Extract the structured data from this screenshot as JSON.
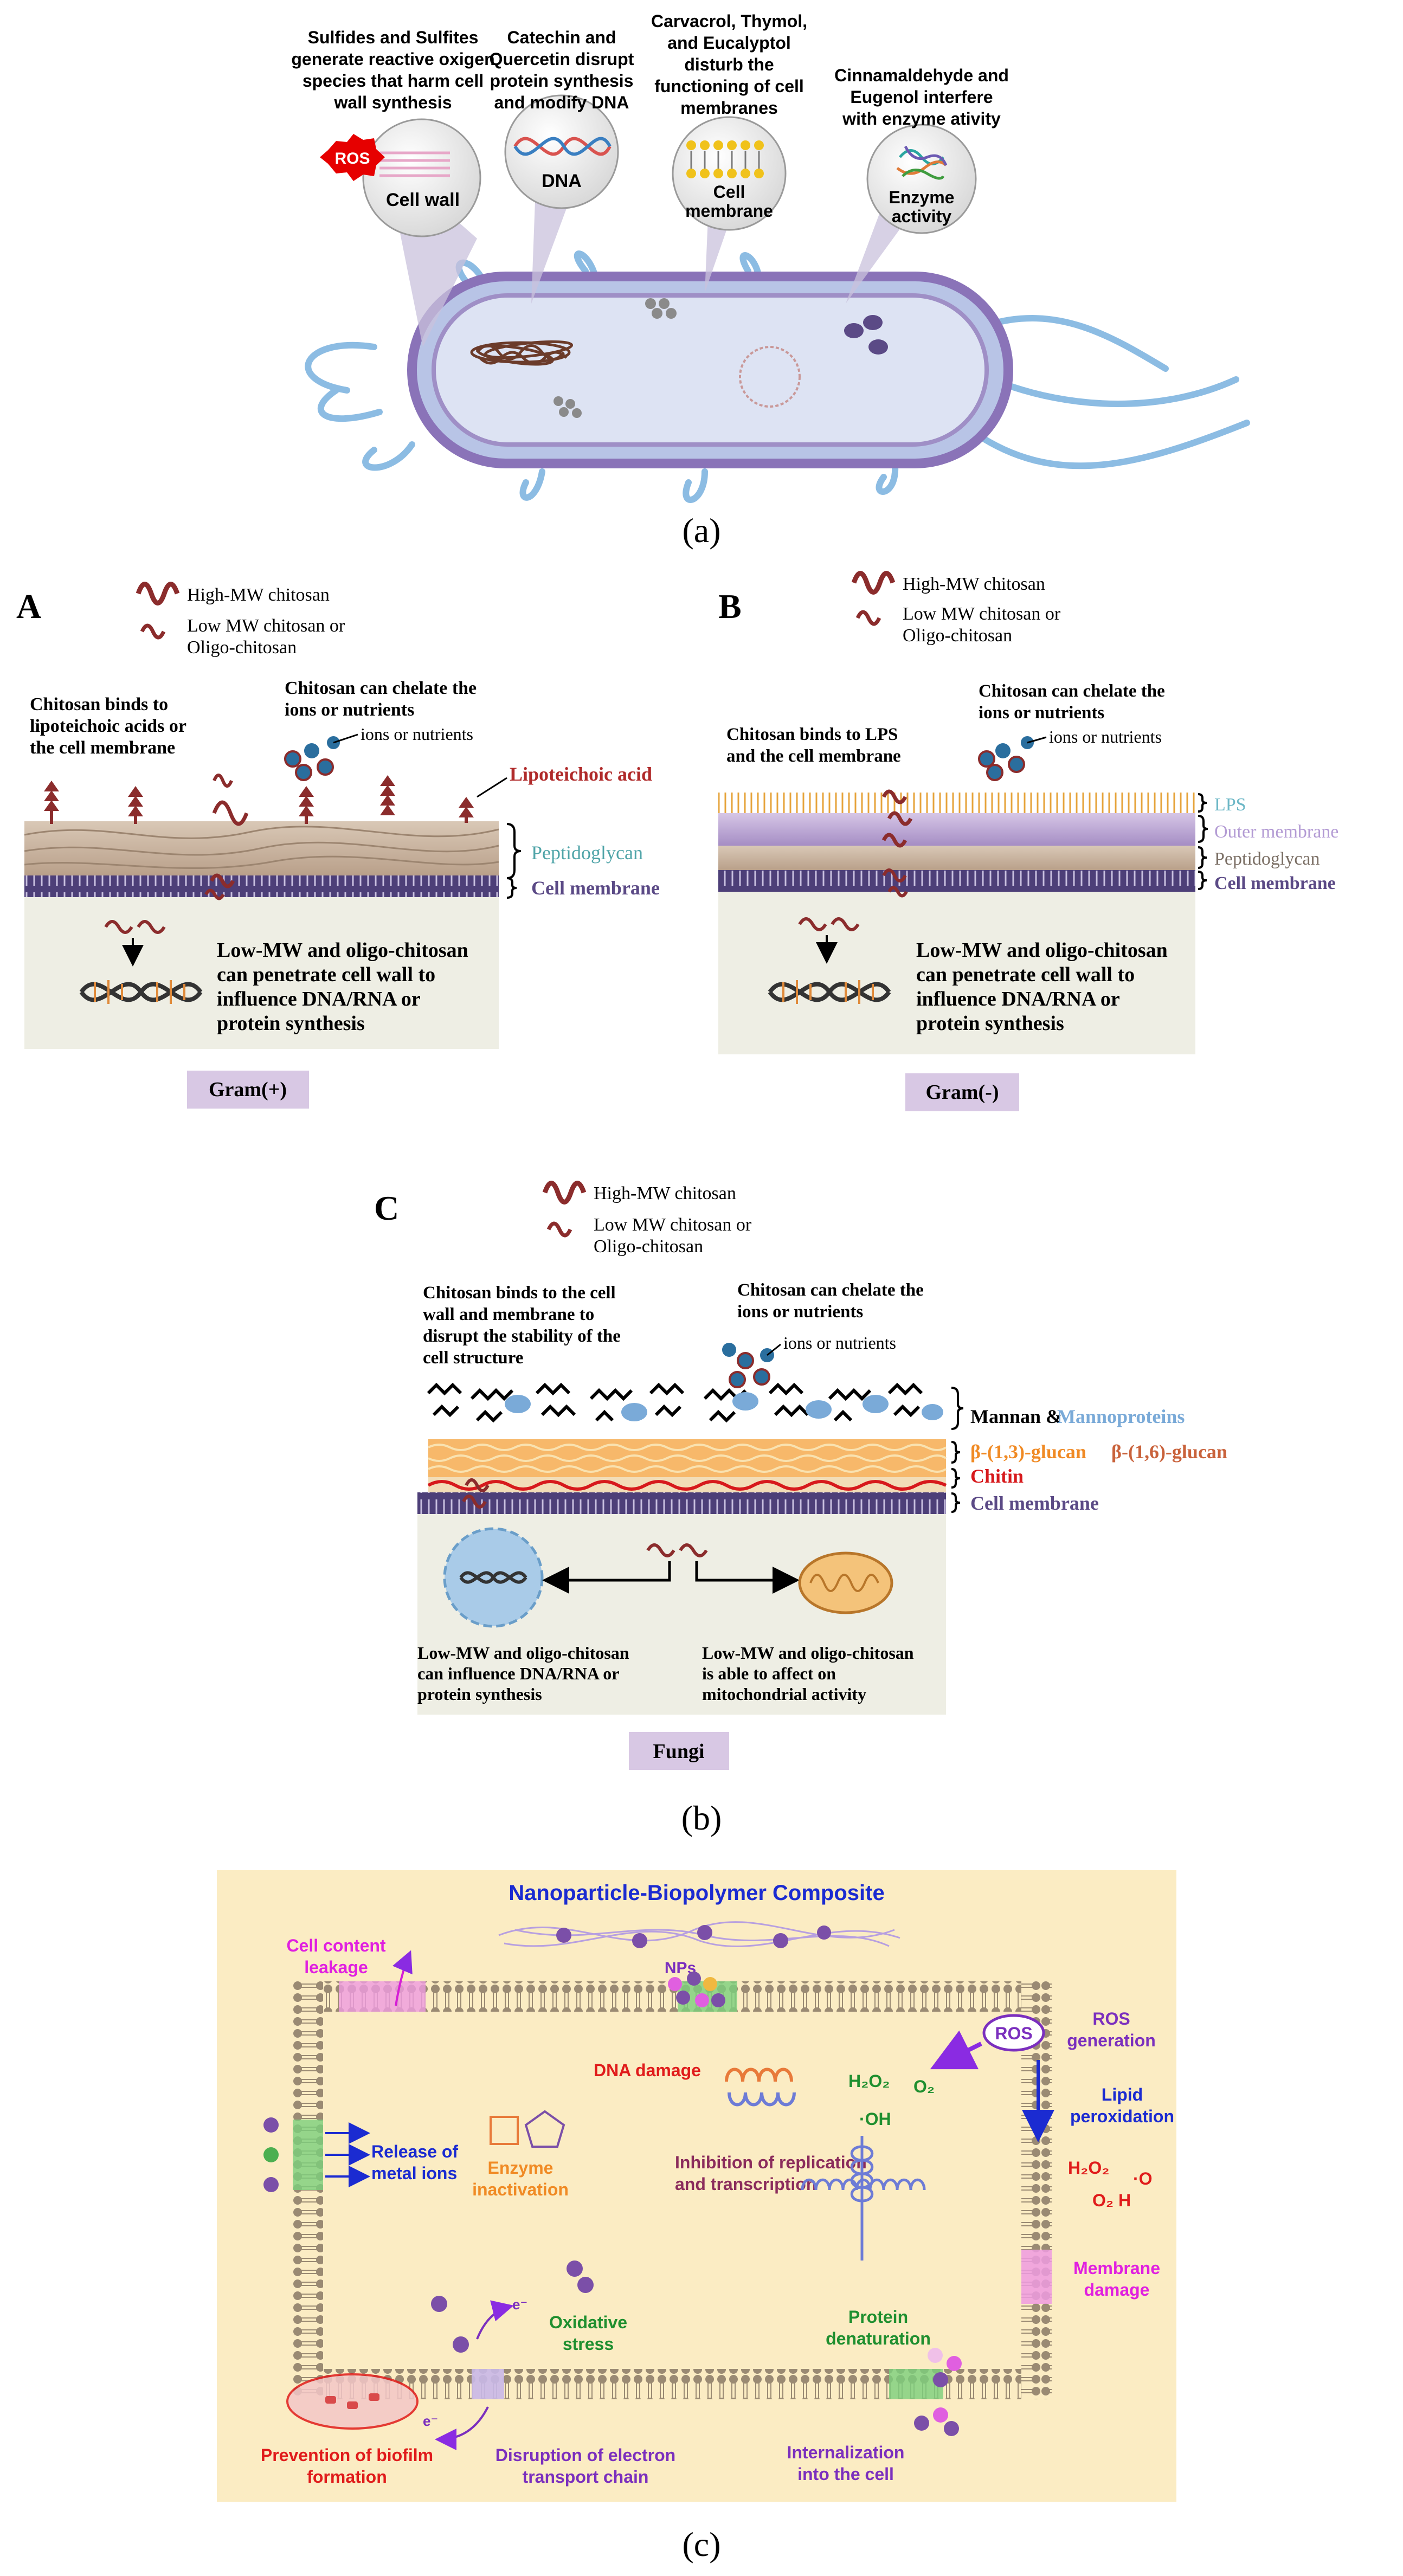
{
  "panel_a": {
    "caption": "(a)",
    "callouts": [
      {
        "text": [
          "Sulfides and Sulfites",
          "generate reactive oxigen",
          "species that harm cell",
          "wall synthesis"
        ],
        "label": "Cell wall",
        "badge": "ROS"
      },
      {
        "text": [
          "Catechin and",
          "Quercetin disrupt",
          "protein synthesis",
          "and modify DNA"
        ],
        "label": "DNA"
      },
      {
        "text": [
          "Carvacrol, Thymol,",
          "and Eucalyptol",
          "disturb the",
          "functioning of cell",
          "membranes"
        ],
        "label": [
          "Cell",
          "membrane"
        ]
      },
      {
        "text": [
          "Cinnamaldehyde and",
          "Eugenol interfere",
          "with enzyme ativity"
        ],
        "label": [
          "Enzyme",
          "activity"
        ]
      }
    ]
  },
  "panel_b": {
    "caption": "(b)",
    "A": {
      "letter": "A",
      "legend_high": "High-MW chitosan",
      "legend_low": [
        "Low MW chitosan or",
        "Oligo-chitosan"
      ],
      "binds": [
        "Chitosan binds to",
        "lipoteichoic acids or",
        "the cell membrane"
      ],
      "chelate": [
        "Chitosan can chelate the",
        "ions or nutrients"
      ],
      "ions": "ions or nutrients",
      "lipo": "Lipoteichoic acid",
      "peptido": "Peptidoglycan",
      "membrane": "Cell membrane",
      "penetrate": [
        "Low-MW and oligo-chitosan",
        "can penetrate cell wall to",
        "influence DNA/RNA or",
        "protein synthesis"
      ],
      "tag": "Gram(+)"
    },
    "B": {
      "letter": "B",
      "legend_high": "High-MW chitosan",
      "legend_low": [
        "Low MW chitosan or",
        "Oligo-chitosan"
      ],
      "binds": [
        "Chitosan binds to LPS",
        "and the cell membrane"
      ],
      "chelate": [
        "Chitosan can chelate the",
        "ions or nutrients"
      ],
      "ions": "ions or nutrients",
      "lps": "LPS",
      "outer": "Outer membrane",
      "peptido": "Peptidoglycan",
      "membrane": "Cell membrane",
      "penetrate": [
        "Low-MW and oligo-chitosan",
        "can penetrate cell wall to",
        "influence DNA/RNA or",
        "protein synthesis"
      ],
      "tag": "Gram(-)"
    },
    "C": {
      "letter": "C",
      "legend_high": "High-MW chitosan",
      "legend_low": [
        "Low MW chitosan or",
        "Oligo-chitosan"
      ],
      "binds": [
        "Chitosan binds to the cell",
        "wall and membrane to",
        "disrupt the stability of the",
        "cell structure"
      ],
      "chelate": [
        "Chitosan can chelate the",
        "ions or nutrients"
      ],
      "ions": "ions or nutrients",
      "mannan": "Mannan &",
      "mannoproteins": "Mannoproteins",
      "glucan13": "β-(1,3)-glucan",
      "glucan16": "β-(1,6)-glucan",
      "chitin": "Chitin",
      "membrane": "Cell membrane",
      "dna_text": [
        "Low-MW and oligo-chitosan",
        "can influence DNA/RNA or",
        "protein synthesis"
      ],
      "mito_text": [
        "Low-MW and oligo-chitosan",
        "is able to affect on",
        "mitochondrial activity"
      ],
      "tag": "Fungi"
    }
  },
  "panel_c": {
    "caption": "(c)",
    "title": "Nanoparticle-Biopolymer Composite",
    "leakage": [
      "Cell content",
      "leakage"
    ],
    "nps": "NPs",
    "ros": "ROS",
    "ros_gen": [
      "ROS",
      "generation"
    ],
    "dna_damage": "DNA damage",
    "h2o2": "H₂O₂",
    "o2": "O₂",
    "oh": "·OH",
    "lipid": [
      "Lipid",
      "peroxidation"
    ],
    "h2o2_right": "H₂O₂",
    "o_radical": "·O",
    "o2h": "O₂ H",
    "release": [
      "Release of",
      "metal ions"
    ],
    "enzyme": [
      "Enzyme",
      "inactivation"
    ],
    "inhibition": [
      "Inhibition of replication",
      "and transcription"
    ],
    "membrane_damage": [
      "Membrane",
      "damage"
    ],
    "oxidative": [
      "Oxidative",
      "stress"
    ],
    "protein": [
      "Protein",
      "denaturation"
    ],
    "biofilm": [
      "Prevention of biofilm",
      "formation"
    ],
    "electron": [
      "Disruption of electron",
      "transport chain"
    ],
    "internal": [
      "Internalization",
      "into the cell"
    ],
    "electron_label": "e⁻"
  },
  "colors": {
    "ecoli_body": "#c9d2ea",
    "ecoli_outline": "#7c63a8",
    "flagella": "#7fb3dc",
    "chitosan": "#8b2c2c",
    "gram_tag": "#d8c8e4",
    "panel_c_bg": "#fbecc3",
    "membrane_purple": "#5b4a86"
  }
}
